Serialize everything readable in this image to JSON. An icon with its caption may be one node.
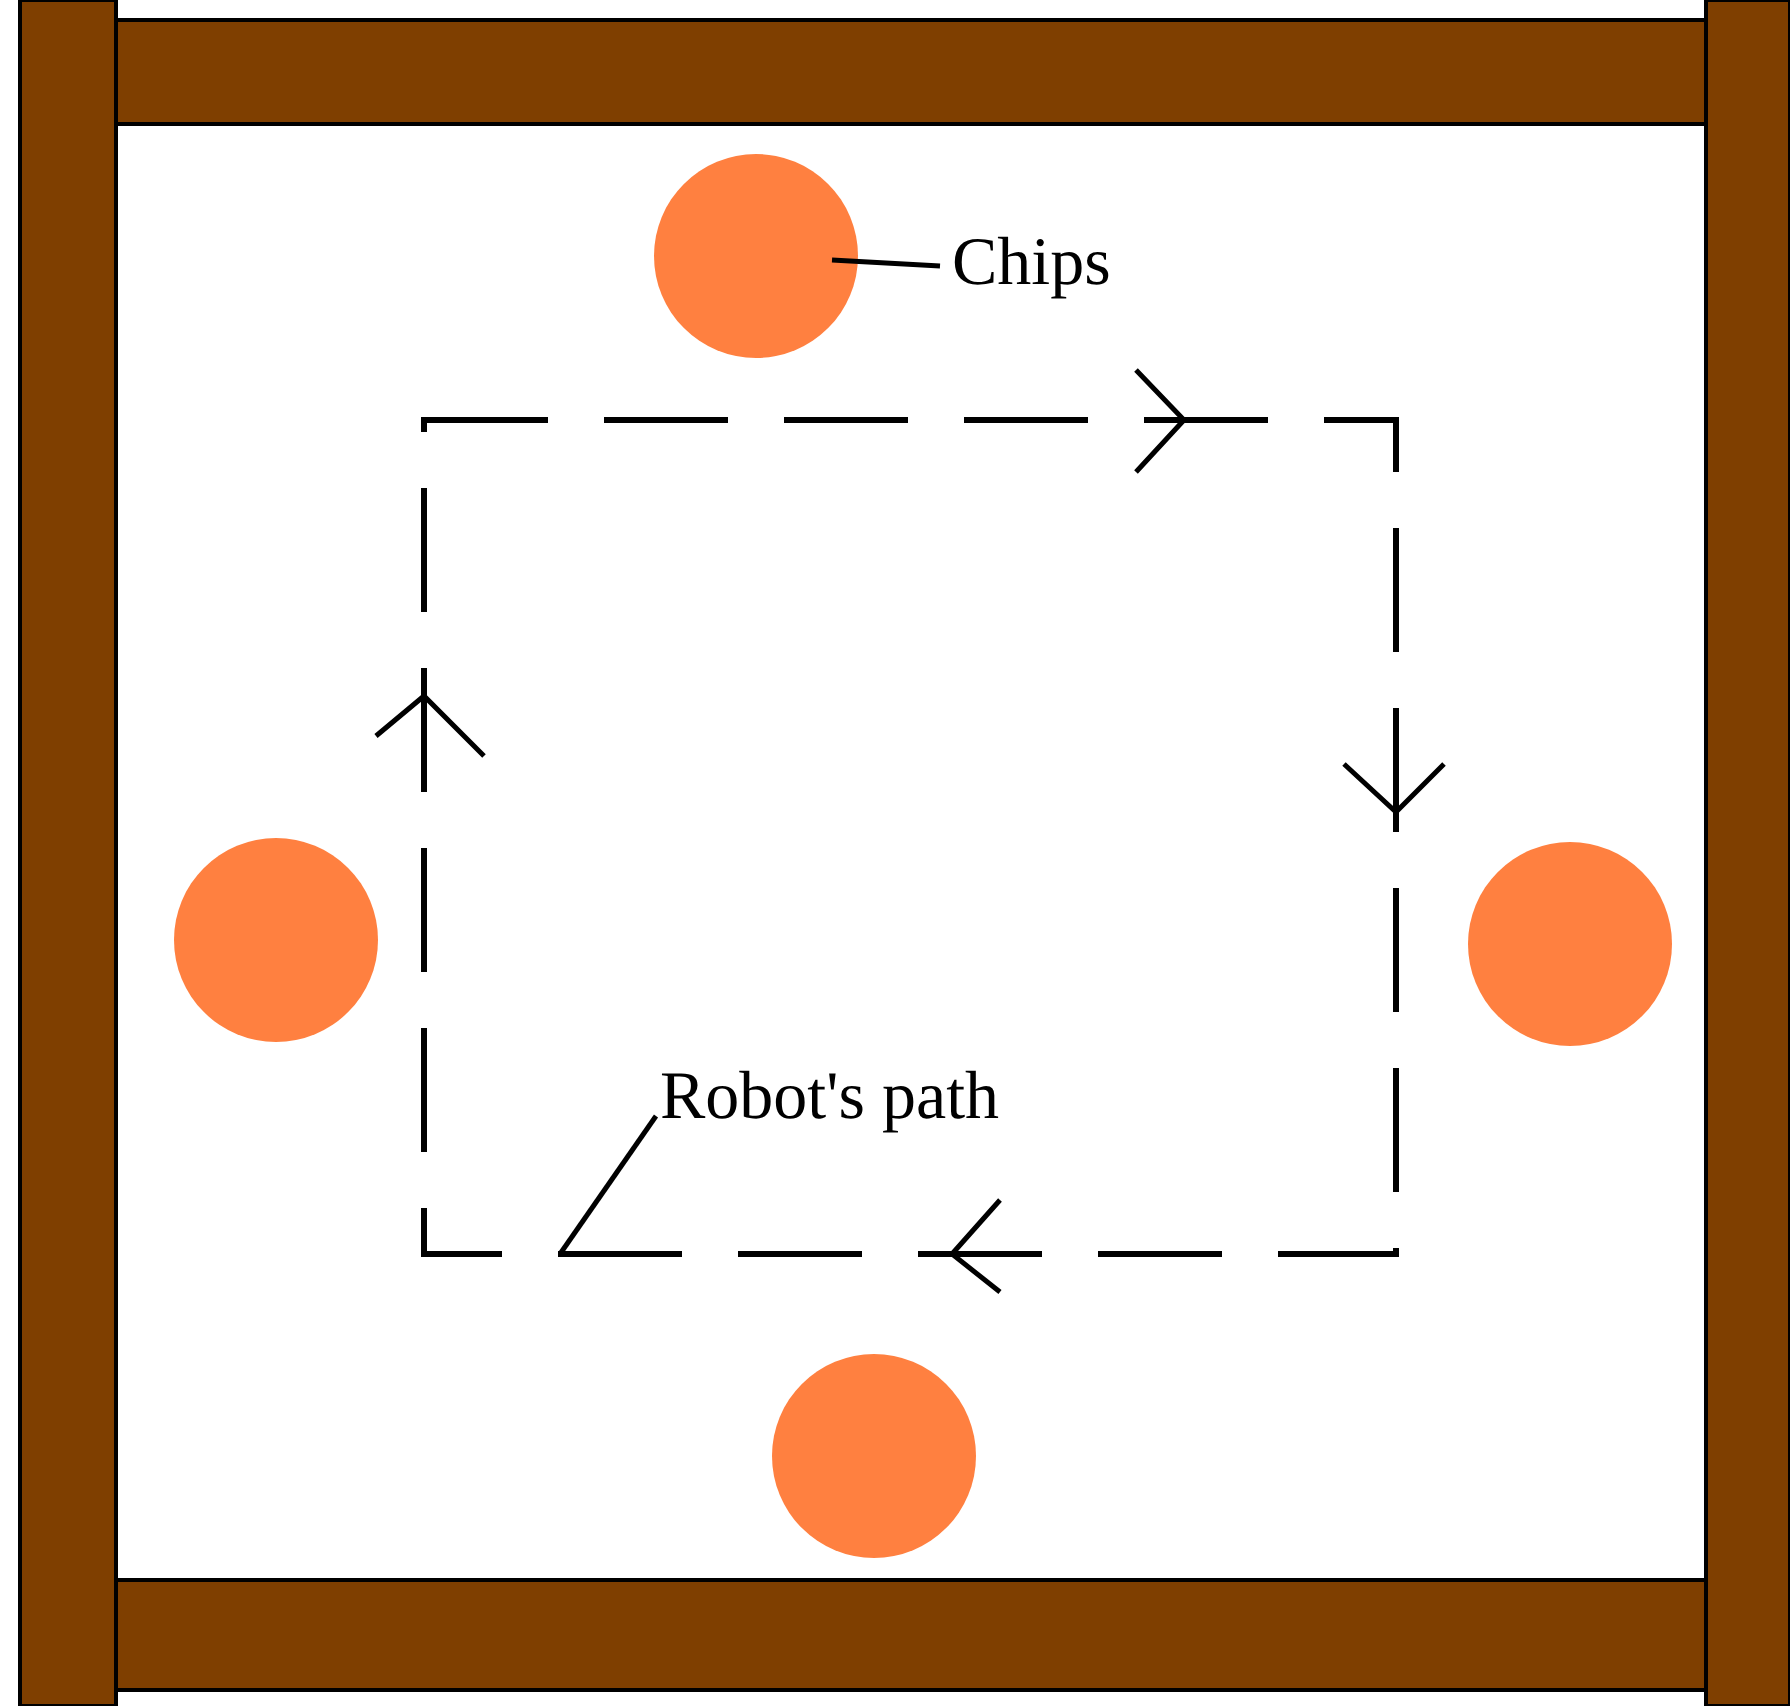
{
  "diagram": {
    "nodes": [
      {
        "text": [
          "Chips"
        ]
      },
      {
        "text": [],
        "shape": "circle"
      },
      {
        "text": [],
        "shape": "circle"
      },
      {
        "text": [],
        "shape": "circle"
      },
      {
        "text": [],
        "shape": "circle"
      },
      {
        "text": [],
        "shape": "box"
      },
      {
        "text": [
          "Robot's path"
        ],
        "in": 5
      }
    ],
    "edges": [
      {
        "from": 0,
        "to": 1,
        "arrow": "none"
      },
      {
        "from": 6,
        "to": 5,
        "arrow": "none"
      }
    ]
  }
}
